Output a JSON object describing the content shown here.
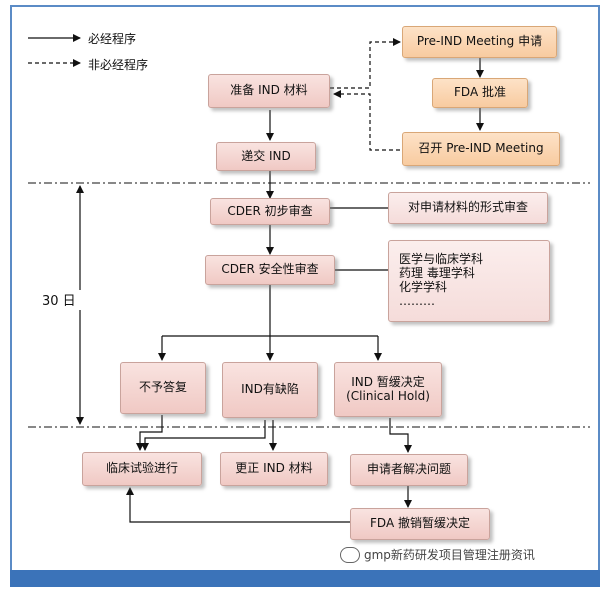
{
  "legend": {
    "required_label": "必经程序",
    "optional_label": "非必经程序"
  },
  "timeline": {
    "label": "30 日"
  },
  "nodes": {
    "prepare": "准备 IND 材料",
    "submit": "递交 IND",
    "cder_initial": "CDER 初步审查",
    "cder_safety": "CDER 安全性审查",
    "pre_ind_apply": "Pre-IND Meeting 申请",
    "fda_approve": "FDA 批准",
    "pre_ind_hold": "召开 Pre-IND Meeting",
    "formal_review": "对申请材料的形式审查",
    "safety_items": [
      "医学与临床学科",
      "药理 毒理学科",
      "化学学科",
      "………"
    ],
    "no_reply": "不予答复",
    "defect": "IND有缺陷",
    "clinical_hold_1": "IND 暂缓决定",
    "clinical_hold_2": "(Clinical Hold)",
    "trial": "临床试验进行",
    "correct": "更正 IND 材料",
    "resolve": "申请者解决问题",
    "revoke": "FDA 撤销暂缓决定"
  },
  "watermark": "gmp新药研发项目管理注册资讯"
}
